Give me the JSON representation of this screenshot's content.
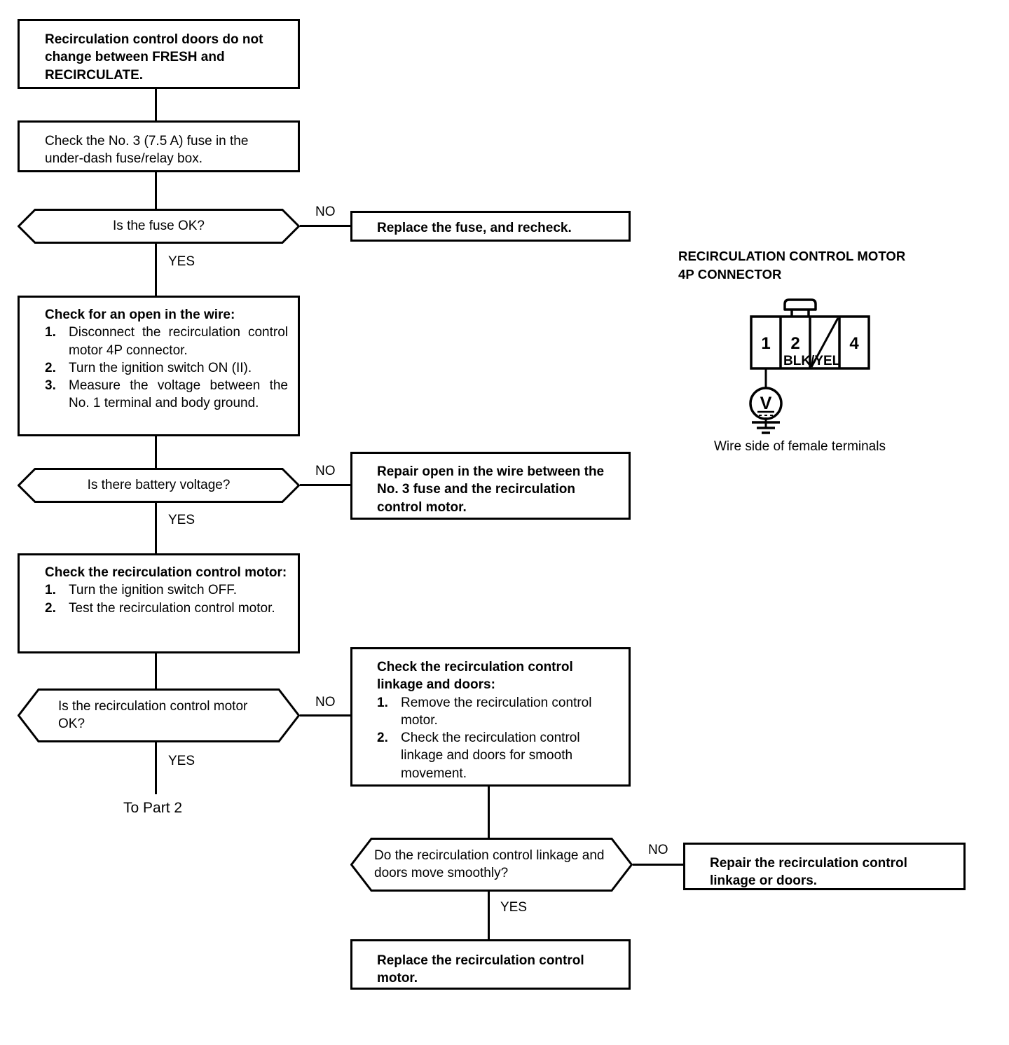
{
  "diagram": {
    "type": "troubleshooting-flowchart",
    "title_symptom": "Recirculation control doors do not change between FRESH and RECIRCULATE."
  },
  "nodes": {
    "symptom": {
      "text": "Recirculation control doors do not change between FRESH and RECIRCULATE."
    },
    "check_fuse": {
      "text": "Check the No. 3 (7.5 A) fuse in the under-dash fuse/relay box."
    },
    "replace_fuse": {
      "text": "Replace the fuse, and recheck."
    },
    "check_open_wire": {
      "header": "Check for an open in the wire:",
      "steps": [
        {
          "num": "1.",
          "text": "Disconnect the recirculation control motor 4P connector."
        },
        {
          "num": "2.",
          "text": "Turn the ignition switch ON (II)."
        },
        {
          "num": "3.",
          "text": "Measure the voltage between the No. 1 terminal and body ground."
        }
      ]
    },
    "repair_open_wire": {
      "text": "Repair open in the wire between the No. 3 fuse and the recirculation control motor."
    },
    "check_motor": {
      "header": "Check the recirculation control motor:",
      "steps": [
        {
          "num": "1.",
          "text": "Turn the ignition switch OFF."
        },
        {
          "num": "2.",
          "text": "Test the recirculation control motor."
        }
      ]
    },
    "check_linkage": {
      "header": "Check the recirculation control linkage and doors:",
      "steps": [
        {
          "num": "1.",
          "text": "Remove the recirculation control motor."
        },
        {
          "num": "2.",
          "text": "Check the recirculation control linkage and doors for smooth movement."
        }
      ]
    },
    "repair_linkage": {
      "text": "Repair the recirculation control linkage or doors."
    },
    "replace_motor": {
      "text": "Replace the recirculation control motor."
    }
  },
  "decisions": {
    "fuse_ok": {
      "text": "Is the fuse OK?"
    },
    "battery_voltage": {
      "text": "Is there battery voltage?"
    },
    "motor_ok": {
      "text": "Is the recirculation control motor OK?"
    },
    "linkage_smooth": {
      "text": "Do the recirculation control linkage and doors move smoothly?"
    }
  },
  "branch_labels": {
    "fuse_no": "NO",
    "fuse_yes": "YES",
    "voltage_no": "NO",
    "voltage_yes": "YES",
    "motor_no": "NO",
    "motor_yes": "YES",
    "linkage_no": "NO",
    "linkage_yes": "YES"
  },
  "endpoints": {
    "to_part_2": "To Part 2"
  },
  "connector_panel": {
    "title": "RECIRCULATION CONTROL MOTOR\n4P CONNECTOR",
    "terminals": [
      "1",
      "2",
      "",
      "4"
    ],
    "unused_terminal_index": 2,
    "wire_color": "BLK/YEL",
    "meter_symbol": "V",
    "caption": "Wire side of female terminals"
  },
  "colors": {
    "ink": "#000000",
    "paper": "#ffffff"
  }
}
